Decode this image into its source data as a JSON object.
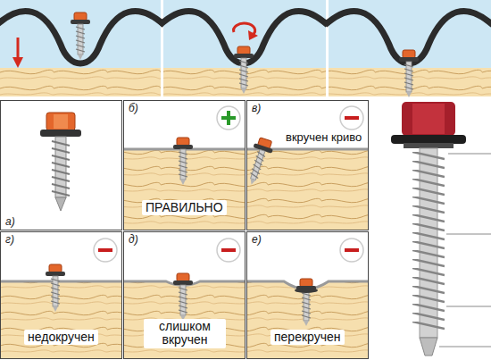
{
  "diagram": {
    "nodes": [
      {
        "text": [
          "а)"
        ]
      },
      {
        "text": [
          "б)",
          "ПРАВИЛЬНО"
        ]
      },
      {
        "text": [
          "в)",
          "вкручен криво"
        ]
      },
      {
        "text": [
          "г)",
          "недокручен"
        ]
      },
      {
        "text": [
          "д)",
          "слишком вкручен"
        ]
      },
      {
        "text": [
          "е)",
          "перекручен"
        ]
      }
    ]
  }
}
